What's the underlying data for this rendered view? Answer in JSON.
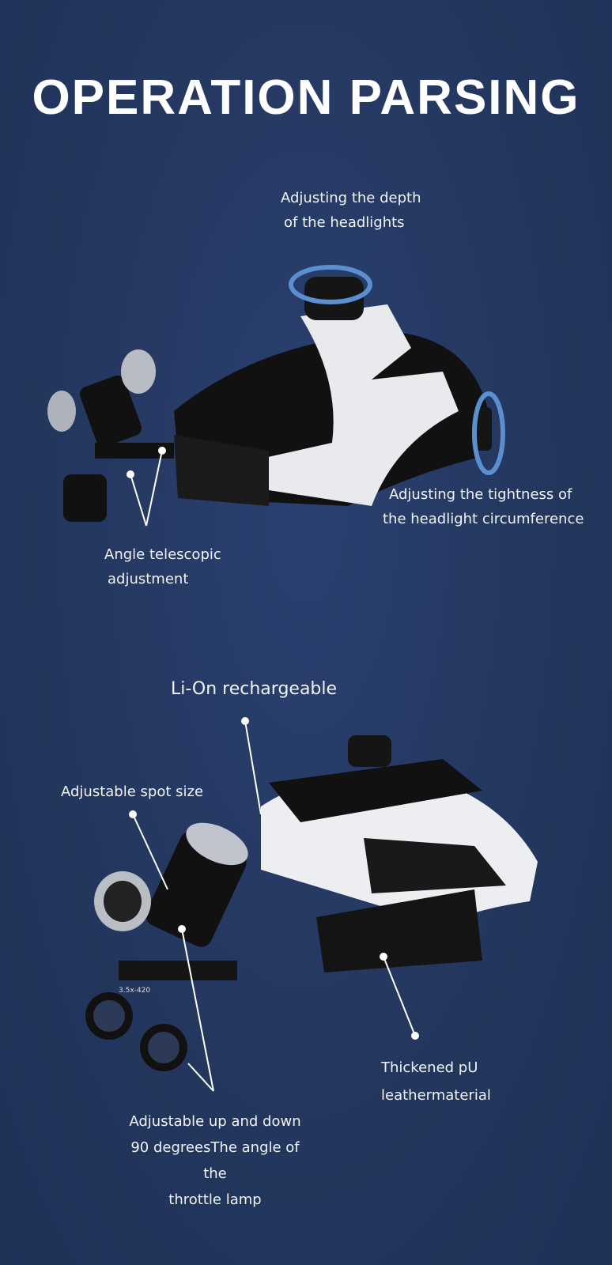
{
  "title": "OPERATION PARSING",
  "callouts": {
    "depth": [
      "Adjusting the depth",
      "of the headlights"
    ],
    "tightness": [
      "Adjusting the tightness of",
      "the headlight circumference"
    ],
    "angle": [
      "Angle telescopic",
      "adjustment"
    ],
    "battery": "Li-On rechargeable",
    "spot": "Adjustable spot size",
    "leather": [
      "Thickened pU",
      "leathermaterial"
    ],
    "updown": [
      "Adjustable up and down",
      "90 degreesThe angle of the",
      "throttle lamp"
    ]
  },
  "product_marking": "3.5x-420",
  "colors": {
    "background": "#25385f",
    "arrow": "#5b8fd0",
    "text": "#ffffff"
  }
}
